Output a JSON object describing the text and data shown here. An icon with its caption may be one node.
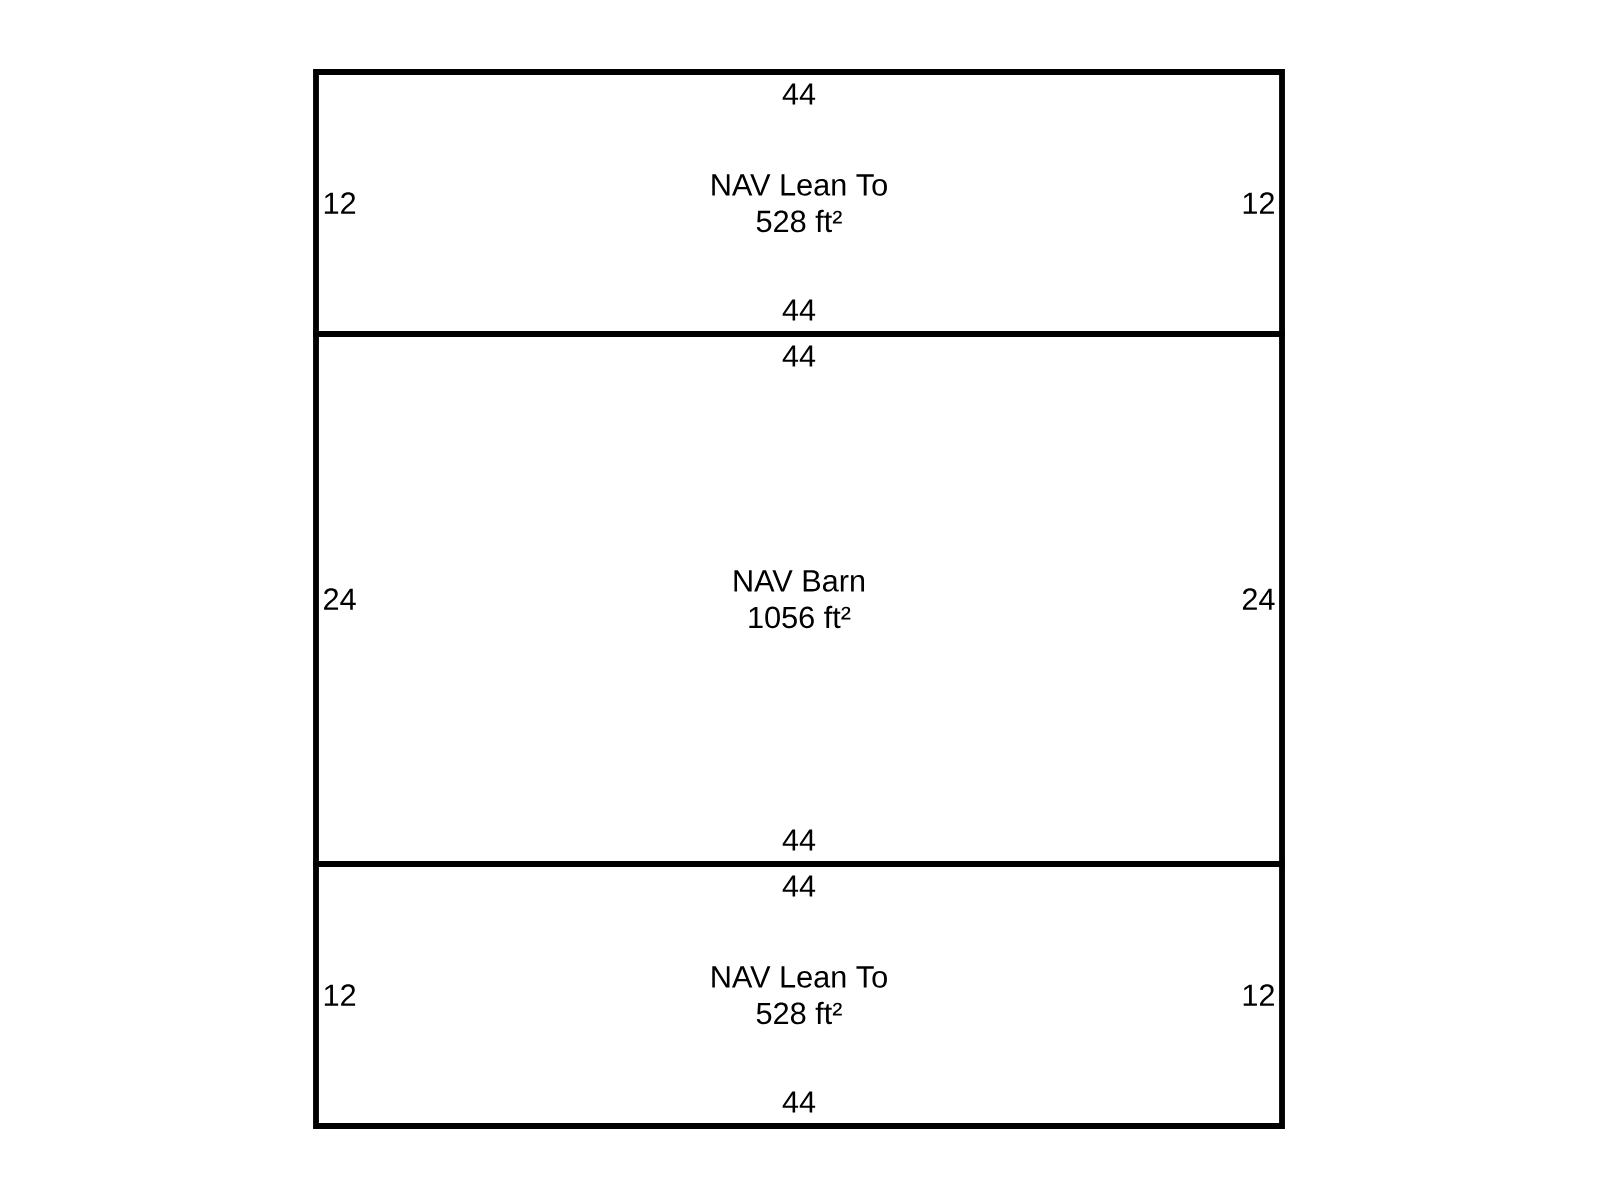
{
  "diagram": {
    "nodes": [
      {
        "text": [
          "44",
          "12",
          "NAV Lean To",
          "528 ft²",
          "12",
          "44"
        ]
      },
      {
        "text": [
          "44",
          "24",
          "NAV Barn",
          "1056 ft²",
          "24",
          "44"
        ]
      },
      {
        "text": [
          "44",
          "12",
          "NAV Lean To",
          "528 ft²",
          "12",
          "44"
        ]
      }
    ]
  }
}
